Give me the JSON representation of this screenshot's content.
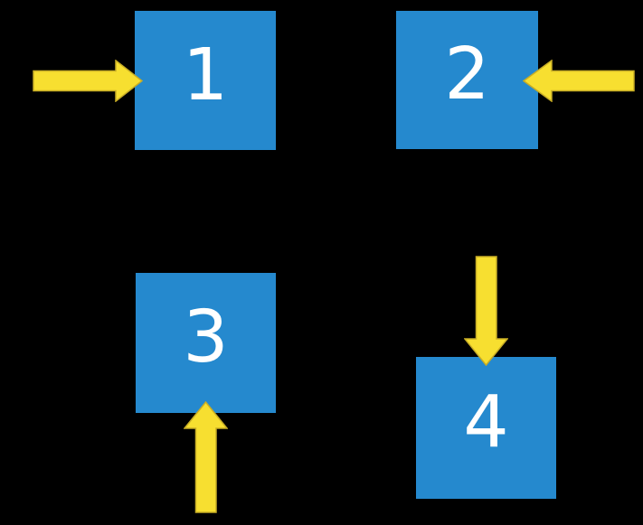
{
  "diagram": {
    "type": "labeled-squares-with-arrows",
    "background": "#000000",
    "colors": {
      "square_fill": "#2589ce",
      "arrow_fill": "#f7df30",
      "arrow_stroke": "#c8ad25",
      "label_color": "#ffffff"
    },
    "nodes": [
      {
        "label": "1",
        "arrow_direction": "right",
        "arrow_enters_side": "left",
        "position": "top-left"
      },
      {
        "label": "2",
        "arrow_direction": "left",
        "arrow_enters_side": "right",
        "position": "top-right"
      },
      {
        "label": "3",
        "arrow_direction": "up",
        "arrow_enters_side": "bottom",
        "position": "bottom-left"
      },
      {
        "label": "4",
        "arrow_direction": "down",
        "arrow_enters_side": "top",
        "position": "bottom-right"
      }
    ]
  }
}
